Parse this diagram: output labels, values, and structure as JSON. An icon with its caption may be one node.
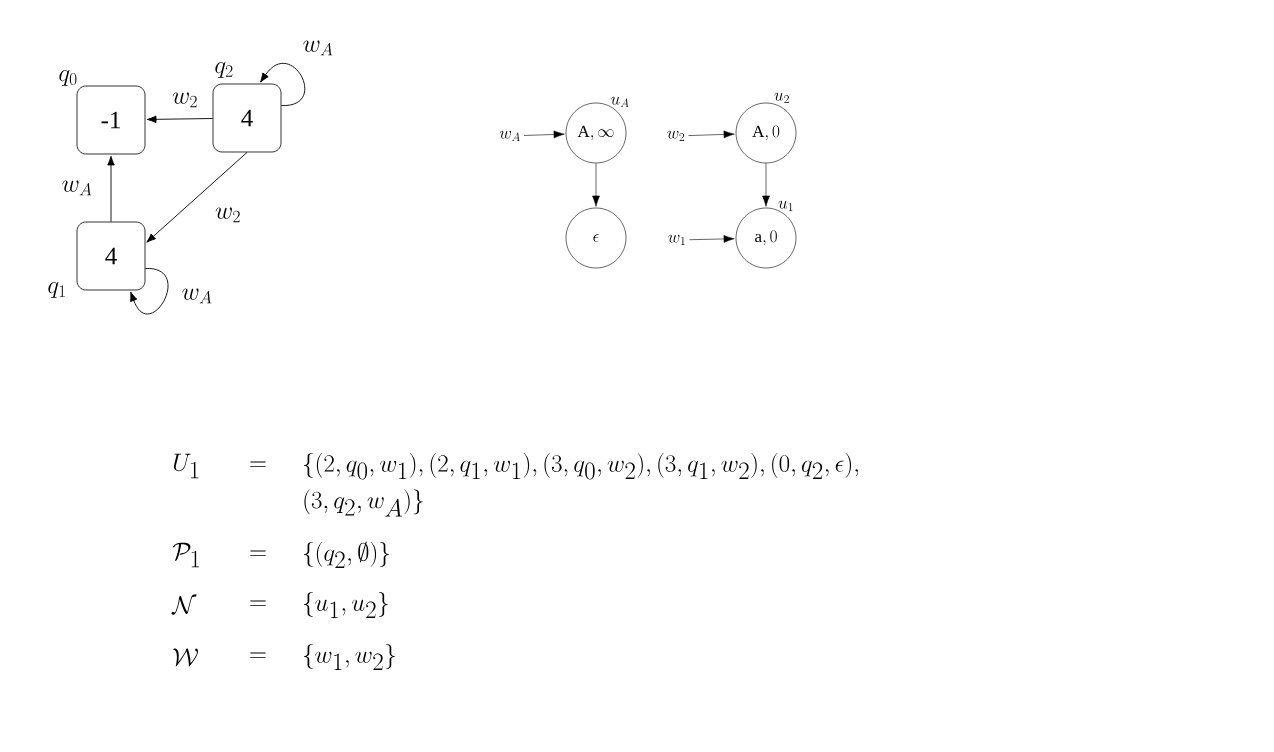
{
  "diagram": {
    "nodes": [
      {
        "text": [
          "-1"
        ],
        "beside": [
          "q_0"
        ]
      },
      {
        "text": [
          "4"
        ],
        "beside": [
          "q_2"
        ]
      },
      {
        "text": [
          "4"
        ],
        "beside": [
          "q_1"
        ]
      },
      {
        "text": [
          "w_A"
        ]
      },
      {
        "text": [
          "\\mathrm{A},\\infty"
        ],
        "beside": [
          "u_A"
        ]
      },
      {
        "text": [
          "\\epsilon"
        ]
      },
      {
        "text": [
          "w_2"
        ]
      },
      {
        "text": [
          "\\mathrm{A},0"
        ],
        "beside": [
          "u_2"
        ]
      },
      {
        "text": [
          "w_1"
        ]
      },
      {
        "text": [
          "\\mathrm{a},0"
        ],
        "beside": [
          "u_1"
        ]
      }
    ],
    "edges": [
      {
        "from": 1,
        "to": 0,
        "arrow": "to",
        "label": "w_2"
      },
      {
        "from": 2,
        "to": 0,
        "arrow": "to",
        "label": "w_A"
      },
      {
        "from": 1,
        "to": 2,
        "arrow": "to",
        "label": "w_2"
      },
      {
        "from": 1,
        "to": 1,
        "arrow": "to",
        "label": "w_A"
      },
      {
        "from": 2,
        "to": 2,
        "arrow": "to",
        "label": "w_A"
      },
      {
        "from": 3,
        "to": 4,
        "arrow": "to"
      },
      {
        "from": 4,
        "to": 5,
        "arrow": "to"
      },
      {
        "from": 6,
        "to": 7,
        "arrow": "to"
      },
      {
        "from": 7,
        "to": 9,
        "arrow": "to"
      },
      {
        "from": 8,
        "to": 9,
        "arrow": "to"
      }
    ],
    "labels": [
      "U_1",
      "=",
      "\\{(2, q_0, w_1), (2, q_1, w_1), (3, q_0, w_2), (3, q_1, w_2), (0, q_2, \\epsilon),",
      "(3, q_2, w_A)\\}",
      "\\mathcal{P}_1",
      "=",
      "\\{(q_2, \\emptyset)\\}",
      "\\mathcal{N}",
      "=",
      "\\{u_1, u_2\\}",
      "\\mathcal{W}",
      "=",
      "\\{w_1, w_2\\}"
    ]
  }
}
